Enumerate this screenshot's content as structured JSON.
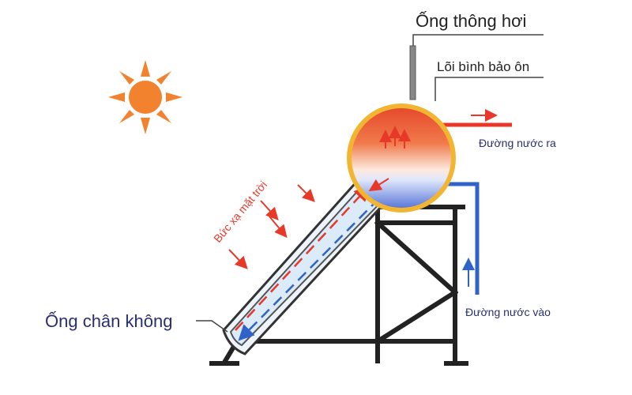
{
  "labels": {
    "vent_pipe": "Ống thông hơi",
    "insulated_core": "Lõi bình bảo ôn",
    "water_out": "Đường nước ra",
    "water_in": "Đường nước vào",
    "vacuum_tube": "Ống chân không",
    "solar_radiation": "Bức xạ mặt trời"
  },
  "colors": {
    "sun": "#f2822e",
    "hot": "#e8382a",
    "cold": "#2f63c9",
    "tank_rim": "#f2b531",
    "frame": "#222222",
    "label_text": "#2a2f6e",
    "callout_line": "#444444"
  }
}
